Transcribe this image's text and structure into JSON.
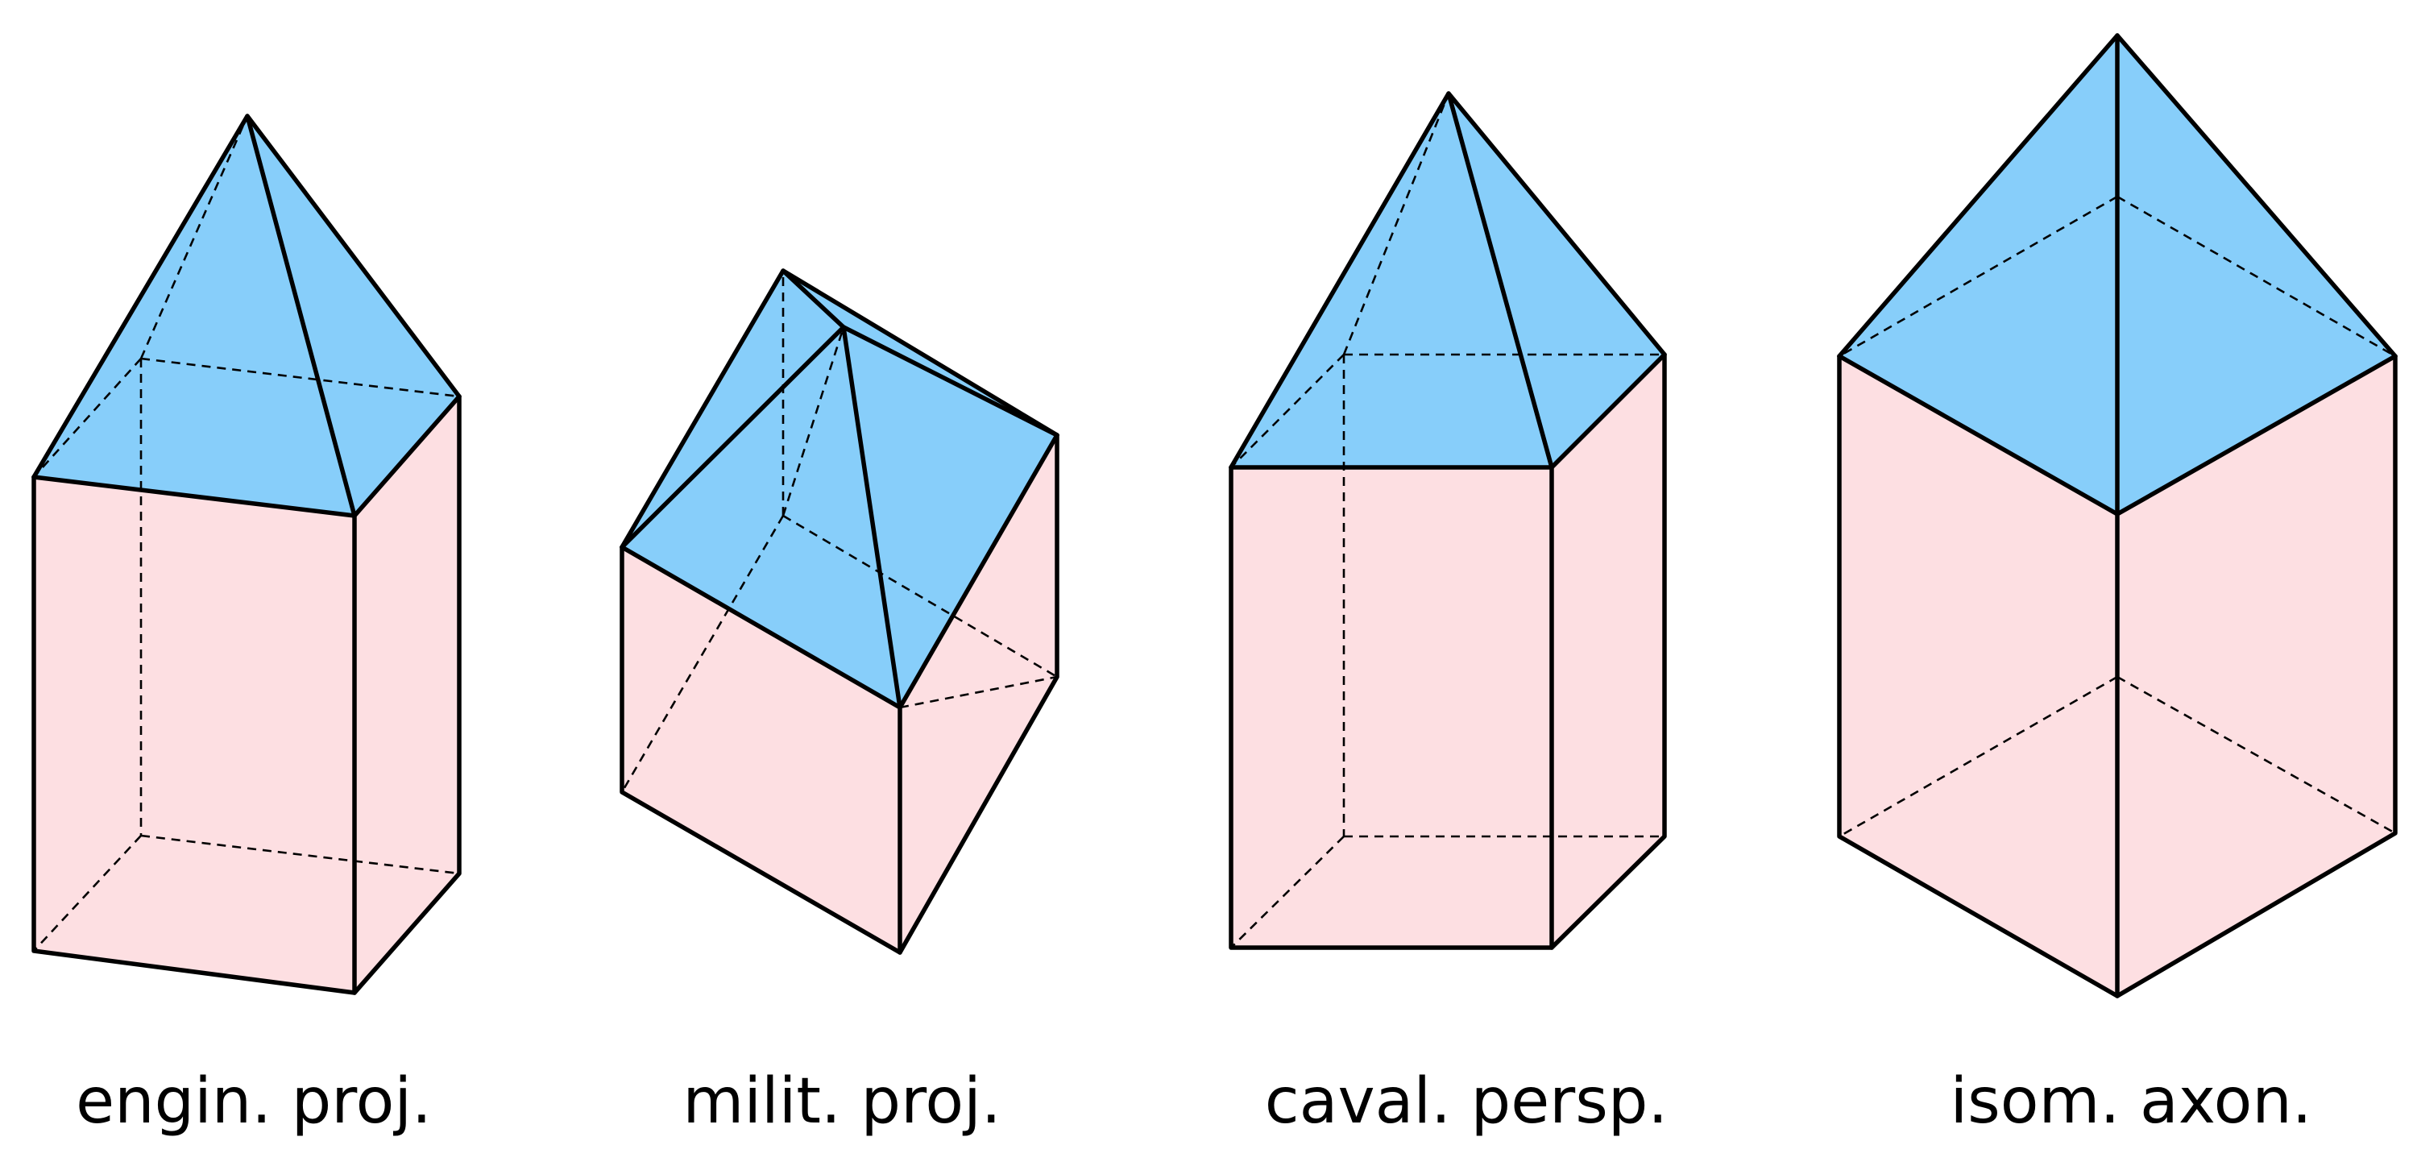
{
  "colors": {
    "side_face": "#fddfe2",
    "top_face": "#87cefa",
    "edge": "#000000"
  },
  "projections": [
    {
      "label": "engin. proj."
    },
    {
      "label": "milit. proj."
    },
    {
      "label": "caval. persp."
    },
    {
      "label": "isom. axon."
    }
  ]
}
